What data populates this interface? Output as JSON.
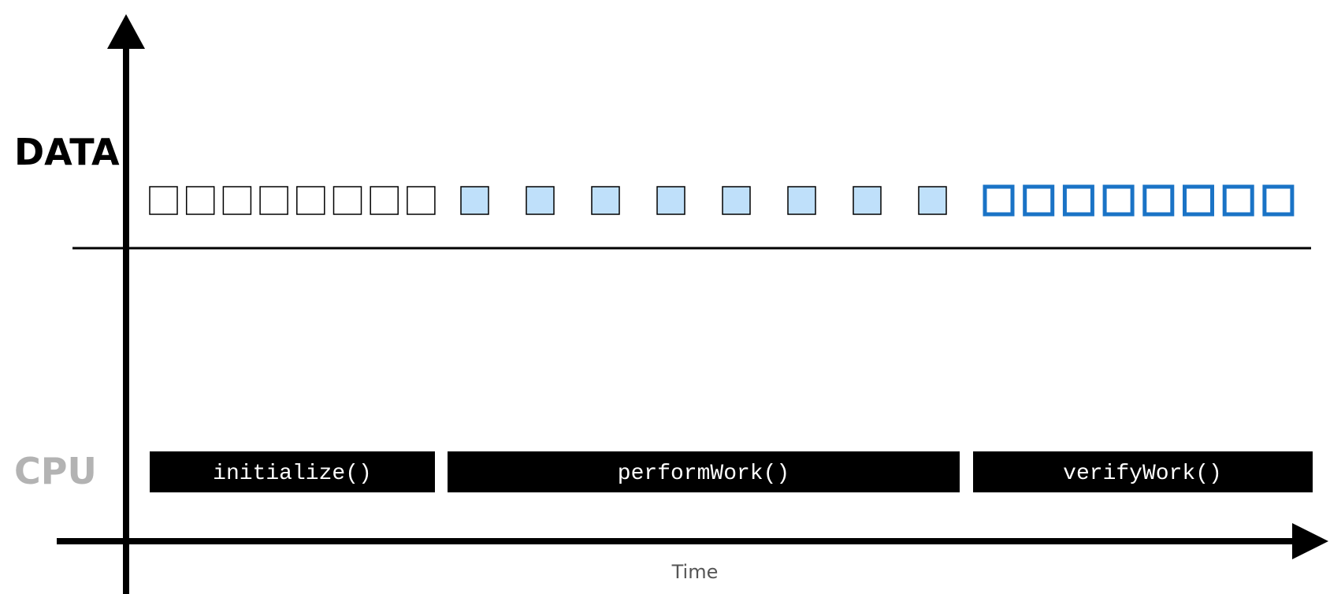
{
  "labels": {
    "data": "DATA",
    "cpu": "CPU",
    "time": "Time"
  },
  "colors": {
    "axis": "#000000",
    "cpu_label": "#b3b3b3",
    "function_bar": "#000000",
    "function_text": "#ffffff",
    "cell_processing_fill": "#bfe0fa",
    "cell_verified_stroke": "#1a73c6"
  },
  "functions": [
    {
      "name": "initialize()"
    },
    {
      "name": "performWork()"
    },
    {
      "name": "verifyWork()"
    }
  ],
  "data_cells": {
    "initialized": 8,
    "processing": 8,
    "verified": 8
  }
}
